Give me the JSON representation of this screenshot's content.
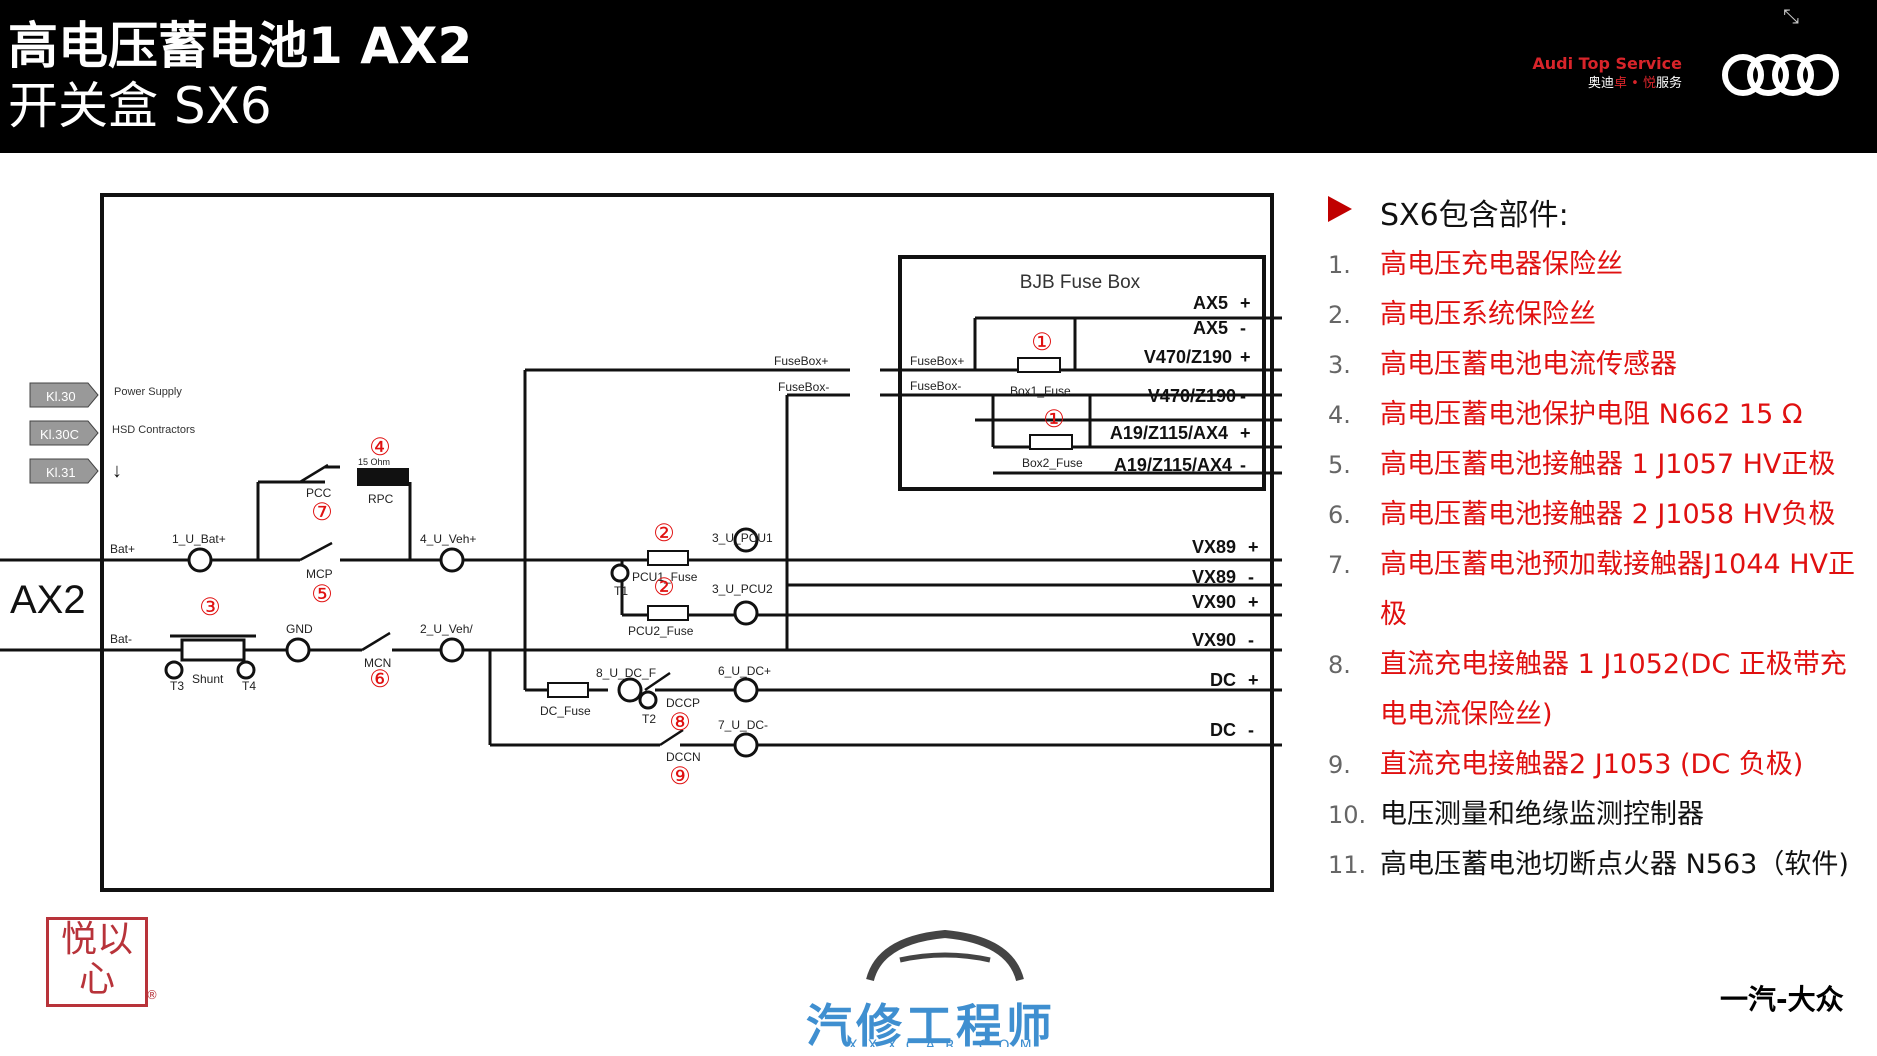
{
  "header": {
    "title_line1": "高电压蓄电池1 AX2",
    "title_line2": "开关盒 SX6",
    "brand_en": "Audi Top Service",
    "brand_cn_1": "奥迪",
    "brand_cn_2": "卓 • 悦",
    "brand_cn_3": "服务",
    "expand_icon": "⤡"
  },
  "diagram": {
    "ax2_label": "AX2",
    "inputs": [
      "Kl.30",
      "Kl.30C",
      "Kl.31"
    ],
    "power_supply": "Power Supply",
    "hsd": "HSD Contractors",
    "fuse_box_title": "BJB Fuse Box",
    "terms": [
      "Bat+",
      "Bat-",
      "1_U_Bat+",
      "4_U_Veh+",
      "2_U_Veh/",
      "GND",
      "T3",
      "T4",
      "Shunt",
      "PCC",
      "MCP",
      "MCN",
      "15 Ohm",
      "RPC",
      "3_U_PCU1",
      "3_U_PCU2",
      "PCU1_Fuse",
      "PCU2_Fuse",
      "T1",
      "8_U_DC_F",
      "DC_Fuse",
      "T2",
      "DCCP",
      "DCCN",
      "6_U_DC+",
      "7_U_DC-",
      "FuseBox+",
      "FuseBox-",
      "Box1_Fuse",
      "Box2_Fuse"
    ],
    "outputs": [
      {
        "label": "AX5",
        "sign": "+"
      },
      {
        "label": "AX5",
        "sign": "-"
      },
      {
        "label": "V470/Z190",
        "sign": "+"
      },
      {
        "label": "V470/Z190",
        "sign": "-"
      },
      {
        "label": "A19/Z115/AX4",
        "sign": "+"
      },
      {
        "label": "A19/Z115/AX4",
        "sign": "-"
      },
      {
        "label": "VX89",
        "sign": "+"
      },
      {
        "label": "VX89",
        "sign": "-"
      },
      {
        "label": "VX90",
        "sign": "+"
      },
      {
        "label": "VX90",
        "sign": "-"
      },
      {
        "label": "DC",
        "sign": "+"
      },
      {
        "label": "DC",
        "sign": "-"
      }
    ],
    "markers": [
      "①",
      "①",
      "②",
      "②",
      "③",
      "④",
      "⑤",
      "⑥",
      "⑦",
      "⑧",
      "⑨"
    ]
  },
  "panel": {
    "heading": "SX6包含部件:",
    "items": [
      {
        "num": "1.",
        "text": "高电压充电器保险丝",
        "color": "red"
      },
      {
        "num": "2.",
        "text": "高电压系统保险丝",
        "color": "red"
      },
      {
        "num": "3.",
        "text": "高电压蓄电池电流传感器",
        "color": "red"
      },
      {
        "num": "4.",
        "text": "高电压蓄电池保护电阻 N662 15 Ω",
        "color": "red"
      },
      {
        "num": "5.",
        "text": "高电压蓄电池接触器 1 J1057 HV正极",
        "color": "red"
      },
      {
        "num": "6.",
        "text": "高电压蓄电池接触器 2 J1058 HV负极",
        "color": "red"
      },
      {
        "num": "7.",
        "text": "高电压蓄电池预加载接触器J1044 HV正极",
        "color": "red"
      },
      {
        "num": "8.",
        "text": "直流充电接触器 1 J1052(DC 正极带充电电流保险丝)",
        "color": "red"
      },
      {
        "num": "9.",
        "text": "直流充电接触器2 J1053 (DC 负极)",
        "color": "red"
      },
      {
        "num": "10.",
        "text": "电压测量和绝缘监测控制器",
        "color": "black"
      },
      {
        "num": "11.",
        "text": "高电压蓄电池切断点火器 N563（软件)",
        "color": "black"
      }
    ]
  },
  "footer": {
    "watermark": "汽修工程师",
    "watermark_sub": "XXXCAR.COM",
    "seal_text": "悦以心",
    "reg_mark": "®",
    "faw_logo": "一汽-大众"
  }
}
